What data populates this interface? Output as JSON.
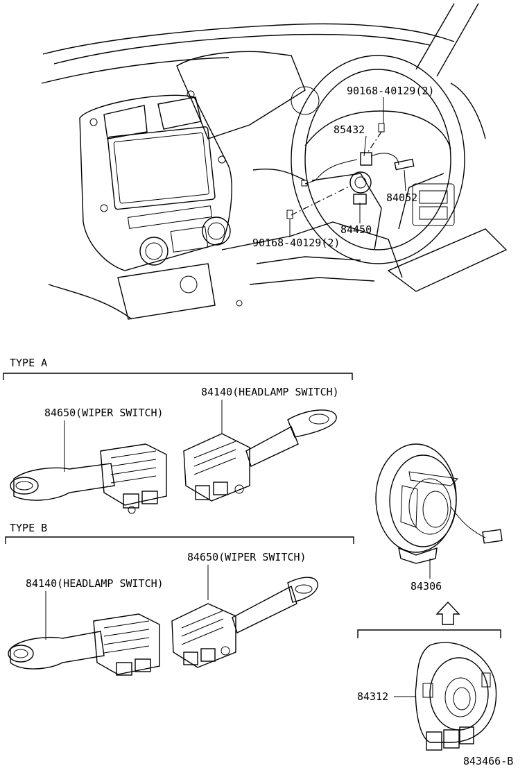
{
  "labels": {
    "bolt_top": "90168-40129(2)",
    "bolt_bottom": "90168-40129(2)",
    "p85432": "85432",
    "p84052": "84052",
    "p84450": "84450",
    "type_a": "TYPE A",
    "type_b": "TYPE B",
    "a_headlamp": "84140(HEADLAMP SWITCH)",
    "a_wiper": "84650(WIPER SWITCH)",
    "b_wiper": "84650(WIPER SWITCH)",
    "b_headlamp": "84140(HEADLAMP SWITCH)",
    "p84306": "84306",
    "p84312": "84312",
    "figure_id": "843466-B"
  }
}
